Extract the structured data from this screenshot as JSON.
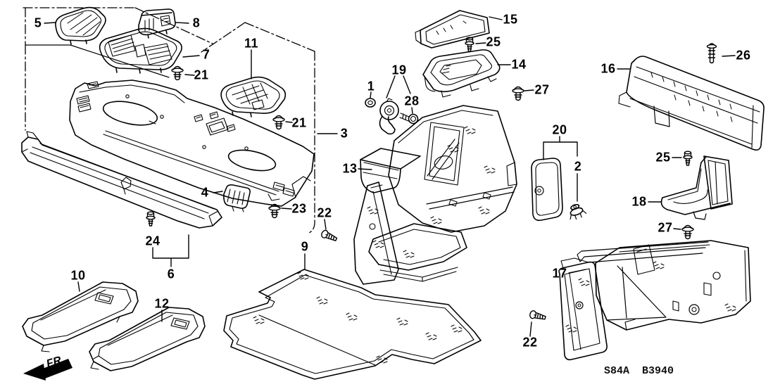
{
  "diagram": {
    "code": "S84A  B3940",
    "direction_label": "FR.",
    "background_color": "#ffffff",
    "line_color": "#000000",
    "labels": [
      "5",
      "8",
      "7",
      "21",
      "11",
      "21",
      "3",
      "4",
      "23",
      "24",
      "6",
      "10",
      "12",
      "9",
      "22",
      "13",
      "1",
      "19",
      "28",
      "15",
      "25",
      "14",
      "27",
      "20",
      "2",
      "16",
      "26",
      "25",
      "18",
      "27",
      "17",
      "22"
    ]
  }
}
